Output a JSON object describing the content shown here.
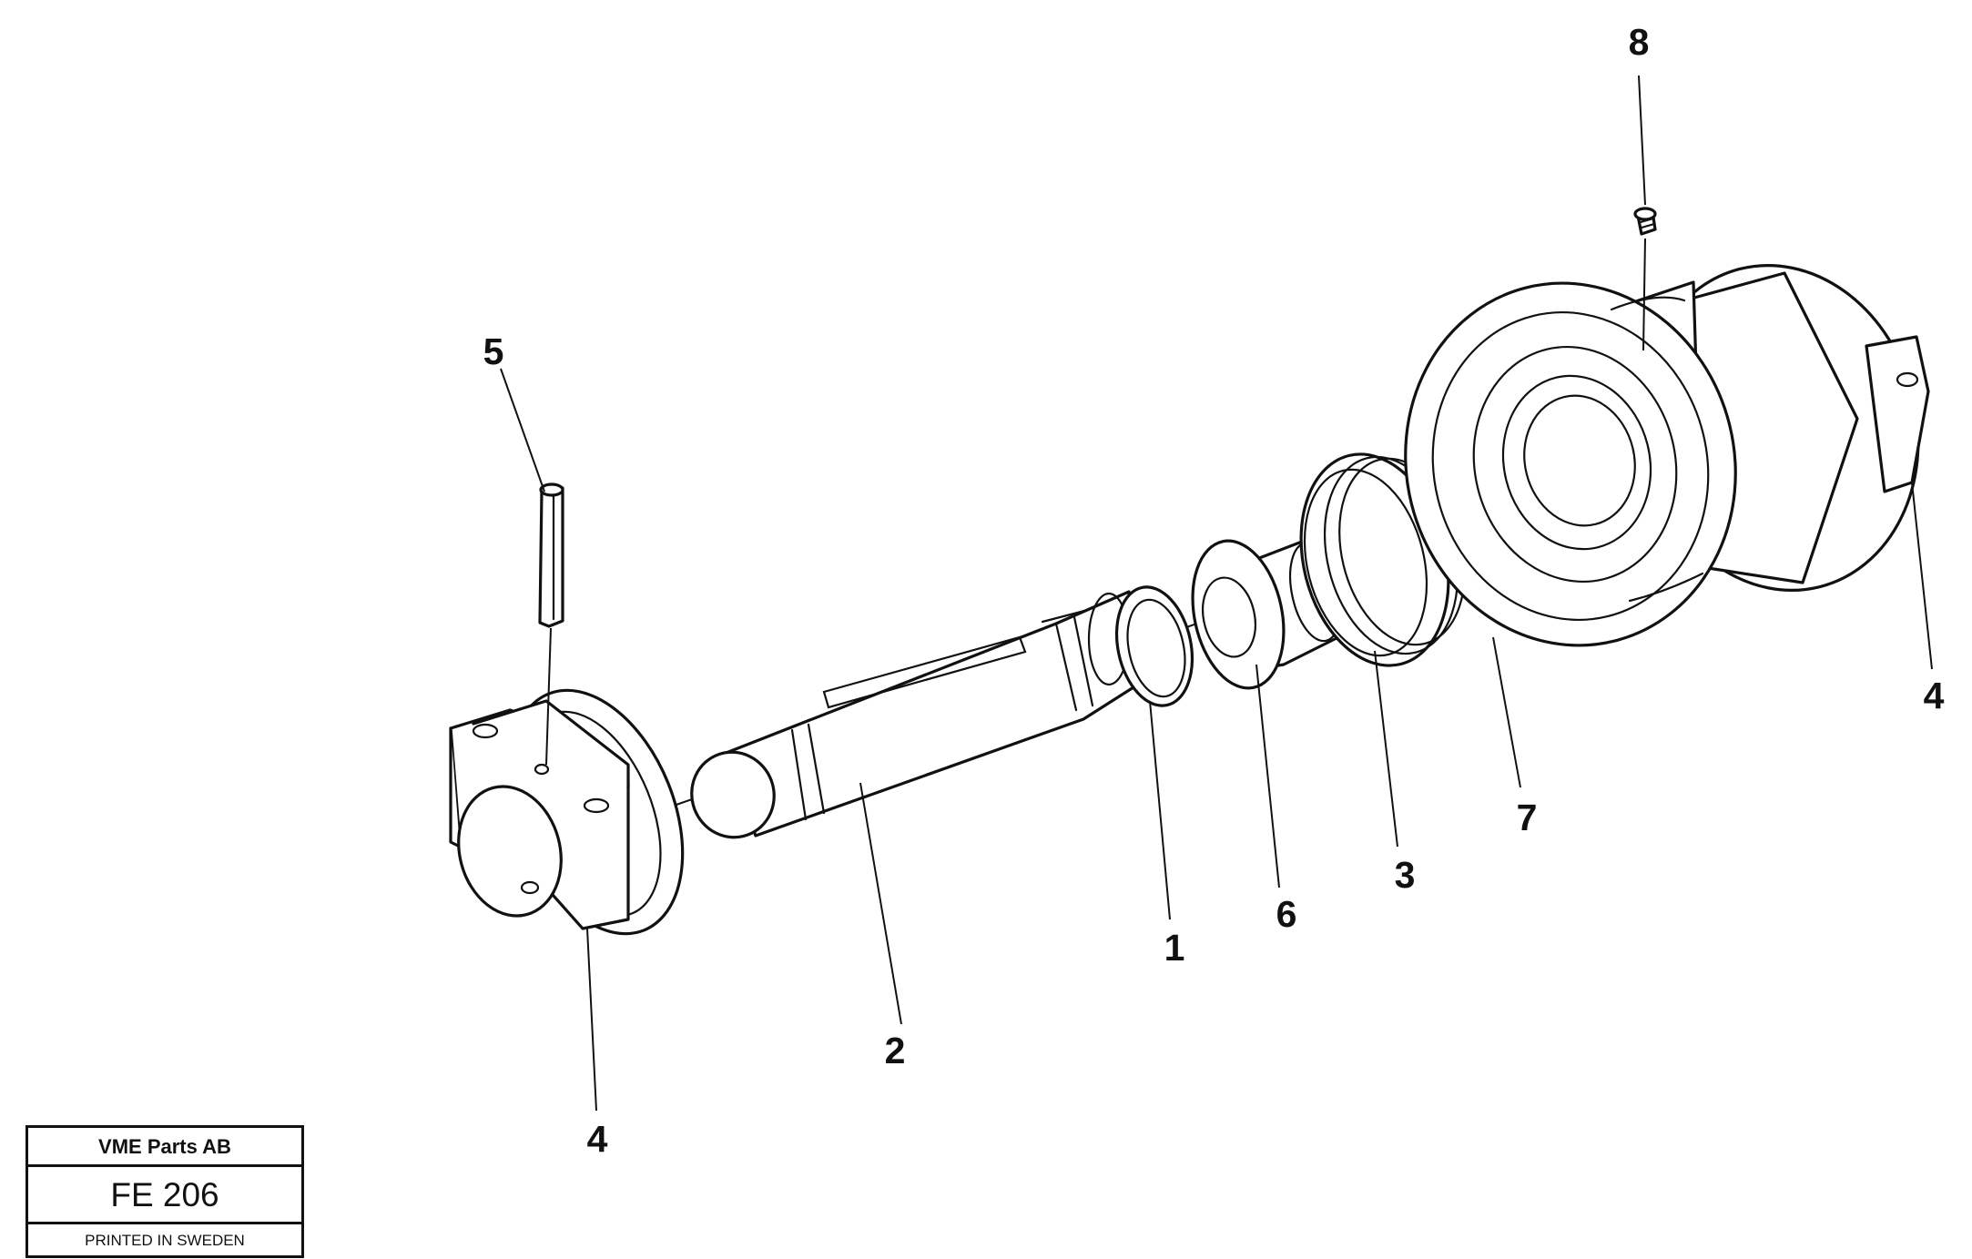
{
  "callouts": [
    {
      "id": "label-1",
      "text": "1"
    },
    {
      "id": "label-2",
      "text": "2"
    },
    {
      "id": "label-3",
      "text": "3"
    },
    {
      "id": "label-4-left",
      "text": "4"
    },
    {
      "id": "label-4-right",
      "text": "4"
    },
    {
      "id": "label-5",
      "text": "5"
    },
    {
      "id": "label-6",
      "text": "6"
    },
    {
      "id": "label-7",
      "text": "7"
    },
    {
      "id": "label-8",
      "text": "8"
    }
  ],
  "title_block": {
    "company": "VME Parts AB",
    "code": "FE 206",
    "printed": "PRINTED IN SWEDEN"
  }
}
